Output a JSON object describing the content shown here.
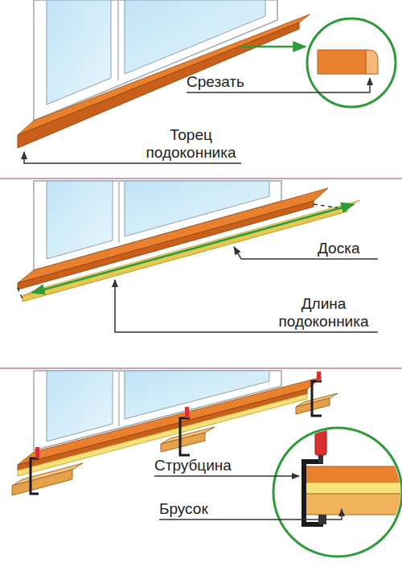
{
  "diagram": {
    "labels": [
      "Срезать",
      "Торец подоконника",
      "Доска",
      "Длина подоконника",
      "Струбцина",
      "Брусок"
    ]
  }
}
